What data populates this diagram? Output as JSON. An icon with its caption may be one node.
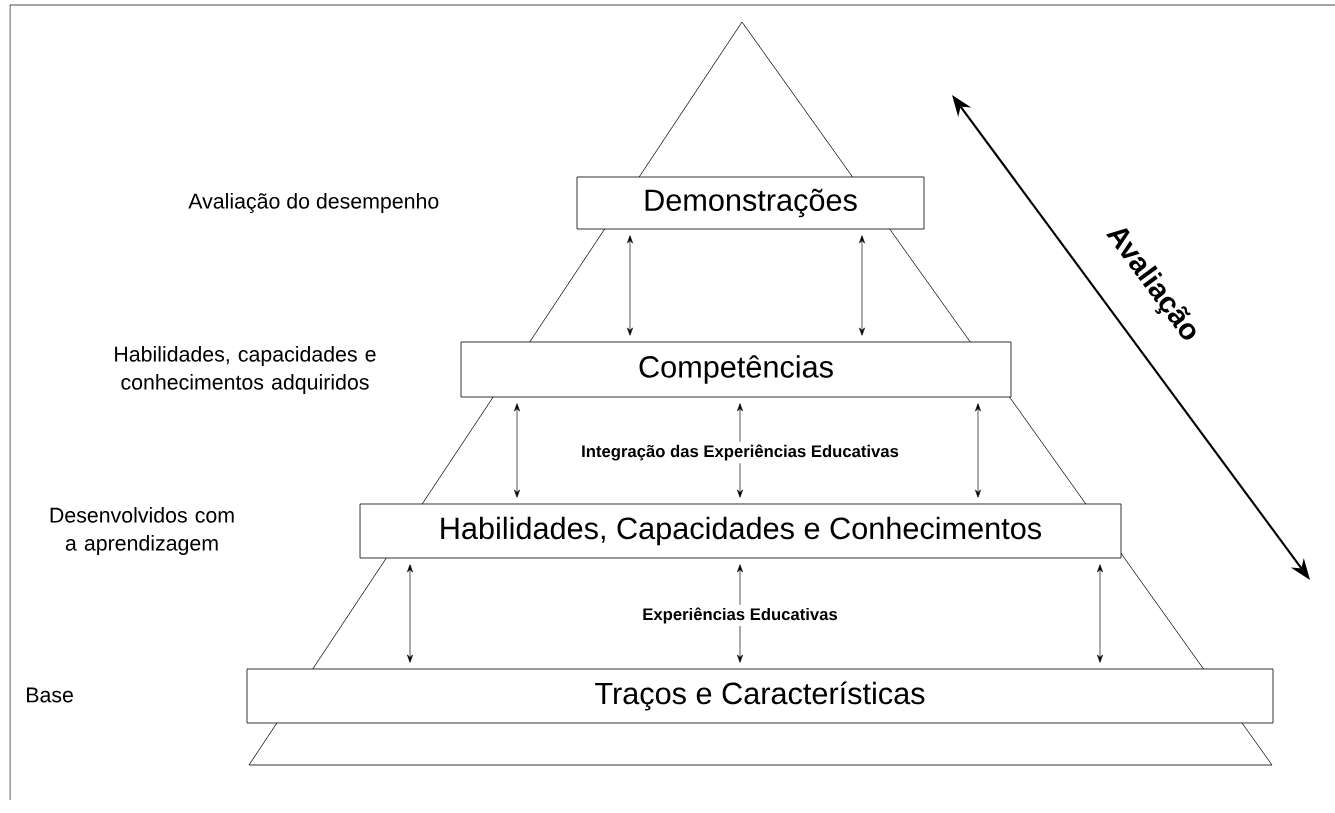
{
  "diagram": {
    "nodes": [
      {
        "text": [
          "Demonstrações"
        ]
      },
      {
        "text": [
          "Competências"
        ]
      },
      {
        "text": [
          "Habilidades, Capacidades e Conhecimentos"
        ]
      },
      {
        "text": [
          "Traços e Características"
        ]
      }
    ],
    "edges": [
      {
        "from": 0,
        "to": 1,
        "arrow": "both"
      },
      {
        "from": 0,
        "to": 1,
        "arrow": "both"
      },
      {
        "from": 1,
        "to": 2,
        "arrow": "both"
      },
      {
        "from": 1,
        "to": 2,
        "arrow": "both",
        "label": "Integração das Experiências Educativas"
      },
      {
        "from": 1,
        "to": 2,
        "arrow": "both"
      },
      {
        "from": 2,
        "to": 3,
        "arrow": "both"
      },
      {
        "from": 2,
        "to": 3,
        "arrow": "both",
        "label": "Experiências Educativas"
      },
      {
        "from": 2,
        "to": 3,
        "arrow": "both"
      }
    ],
    "labels": [
      "Avaliação do desempenho",
      "Habilidades, capacidades e conhecimentos adquiridos",
      "Desenvolvidos com a aprendizagem",
      "Base",
      "Avaliação"
    ]
  }
}
